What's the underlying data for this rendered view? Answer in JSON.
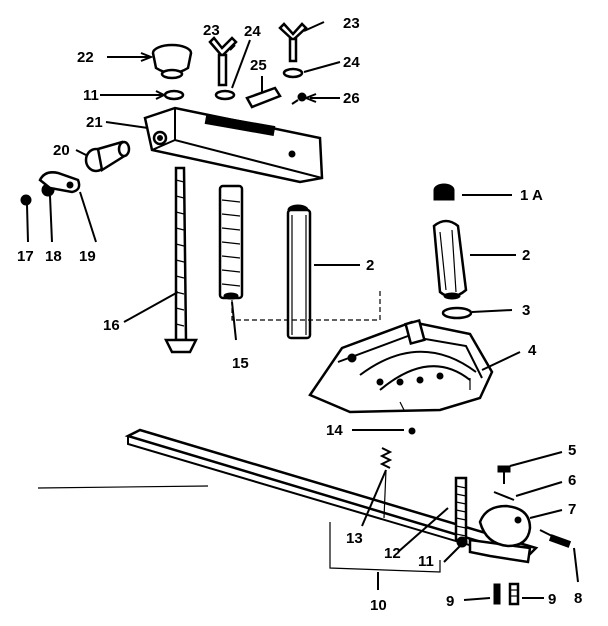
{
  "diagram": {
    "callouts": [
      {
        "id": "c22",
        "text": "22"
      },
      {
        "id": "c23a",
        "text": "23"
      },
      {
        "id": "c24a",
        "text": "24"
      },
      {
        "id": "c23b",
        "text": "23"
      },
      {
        "id": "c24b",
        "text": "24"
      },
      {
        "id": "c25",
        "text": "25"
      },
      {
        "id": "c11a",
        "text": "11"
      },
      {
        "id": "c26",
        "text": "26"
      },
      {
        "id": "c21",
        "text": "21"
      },
      {
        "id": "c20",
        "text": "20"
      },
      {
        "id": "c17",
        "text": "17"
      },
      {
        "id": "c18",
        "text": "18"
      },
      {
        "id": "c19",
        "text": "19"
      },
      {
        "id": "c16",
        "text": "16"
      },
      {
        "id": "c15",
        "text": "15"
      },
      {
        "id": "c2a",
        "text": "2"
      },
      {
        "id": "c1a",
        "text": "1 A"
      },
      {
        "id": "c2b",
        "text": "2"
      },
      {
        "id": "c3",
        "text": "3"
      },
      {
        "id": "c4",
        "text": "4"
      },
      {
        "id": "c14",
        "text": "14"
      },
      {
        "id": "c5",
        "text": "5"
      },
      {
        "id": "c6",
        "text": "6"
      },
      {
        "id": "c7",
        "text": "7"
      },
      {
        "id": "c13",
        "text": "13"
      },
      {
        "id": "c12",
        "text": "12"
      },
      {
        "id": "c11b",
        "text": "11"
      },
      {
        "id": "c8",
        "text": "8"
      },
      {
        "id": "c10",
        "text": "10"
      },
      {
        "id": "c9a",
        "text": "9"
      },
      {
        "id": "c9b",
        "text": "9"
      }
    ]
  }
}
